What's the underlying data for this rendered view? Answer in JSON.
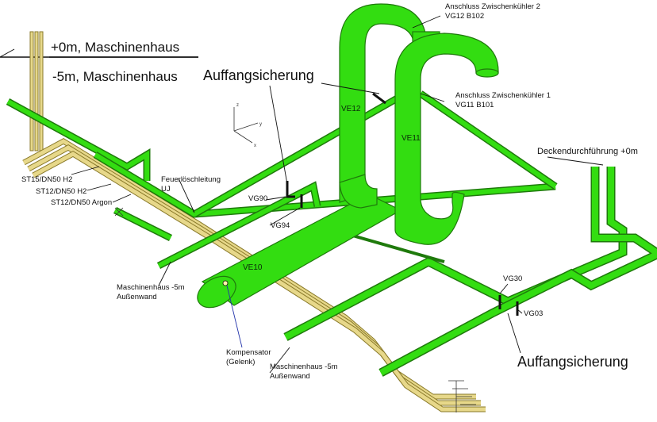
{
  "levels": {
    "upper": "+0m, Maschinenhaus",
    "lower": "-5m, Maschinenhaus"
  },
  "callouts": {
    "top": "Auffangsicherung",
    "bottom": "Auffangsicherung",
    "deckendurchfuehrung": "Deckendurchführung +0m"
  },
  "connections": {
    "zk2_line1": "Anschluss Zwischenkühler 2",
    "zk2_line2": "VG12 B102",
    "zk1_line1": "Anschluss Zwischenkühler 1",
    "zk1_line2": "VG11 B101"
  },
  "pipes": {
    "st15": "ST15/DN50 H2",
    "st12_h2": "ST12/DN50 H2",
    "st12_argon": "ST12/DN50 Argon",
    "feuer_line1": "Feuerlöschleitung",
    "feuer_line2": "UJ"
  },
  "valves": {
    "vg90": "VG90",
    "vg94": "VG94",
    "vg30": "VG30",
    "vg03": "VG03"
  },
  "pipe_ids": {
    "ve12": "VE12",
    "ve11": "VE11",
    "ve10": "VE10"
  },
  "walls": {
    "wall1_line1": "Maschinenhaus -5m",
    "wall1_line2": "Außenwand",
    "wall2_line1": "Maschinenhaus -5m",
    "wall2_line2": "Außenwand"
  },
  "kompensator": {
    "line1": "Kompensator",
    "line2": "(Gelenk)"
  },
  "axes": {
    "z": "z",
    "y": "y",
    "x": "x"
  },
  "colors": {
    "pipe_fill": "#33dd11",
    "pipe_stroke": "#1f7a0c",
    "gas_line": "#c9b24a",
    "ink": "#111111",
    "blue_leader": "#2233aa"
  }
}
